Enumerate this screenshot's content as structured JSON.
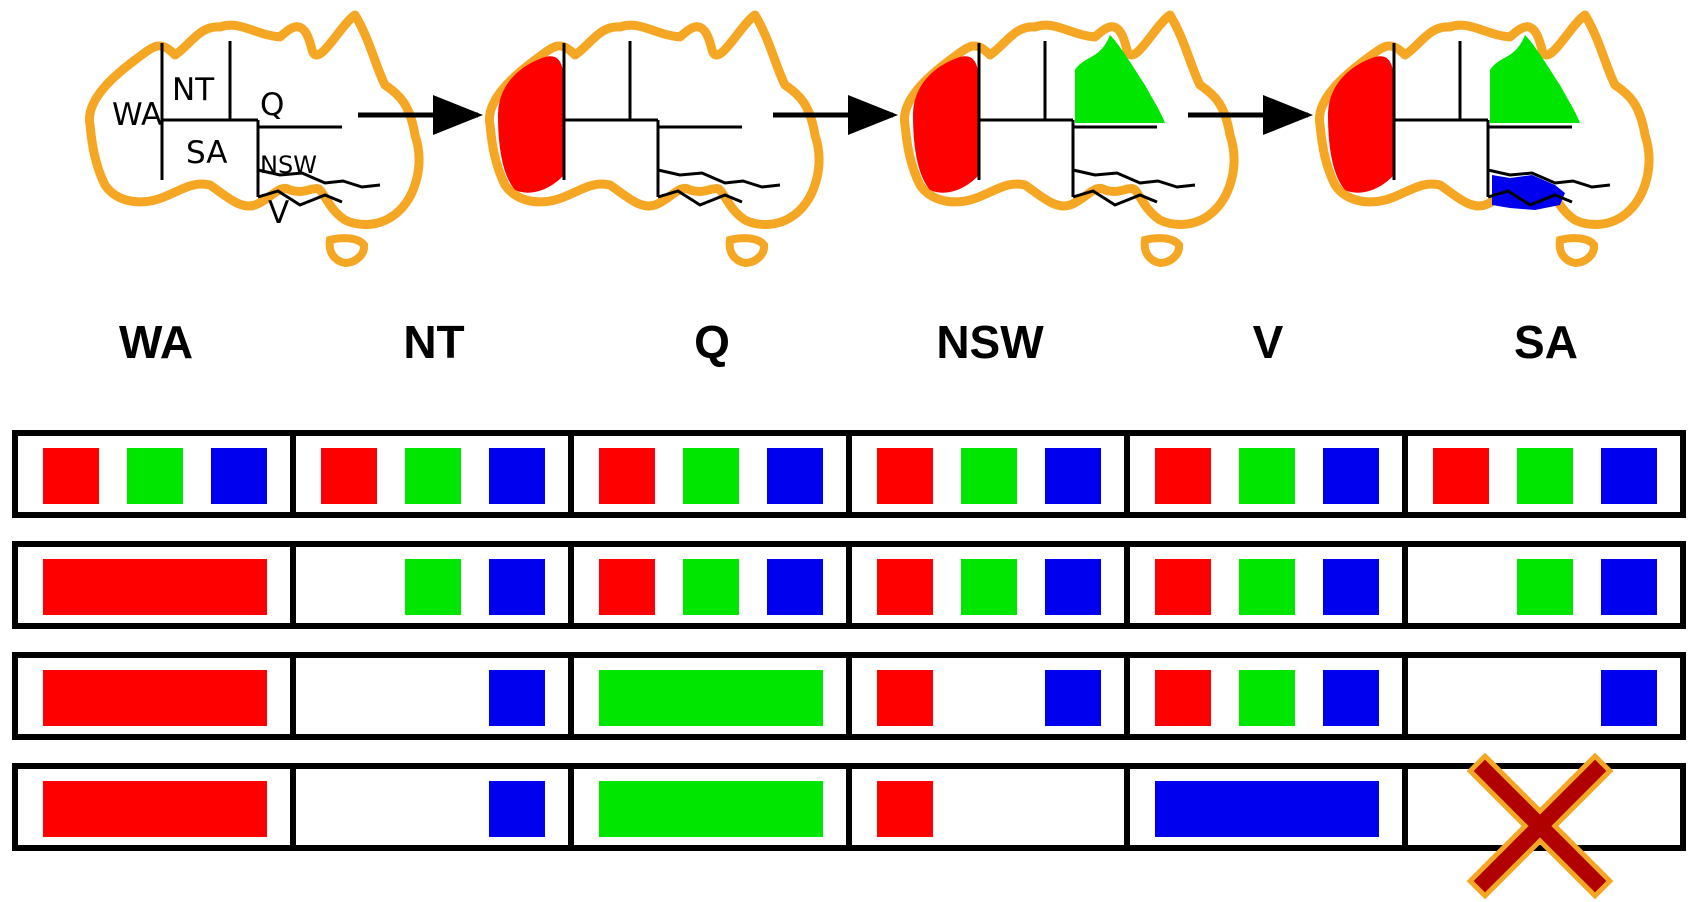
{
  "map_labels": {
    "WA": "WA",
    "NT": "NT",
    "SA": "SA",
    "Q": "Q",
    "NSW": "NSW",
    "V": "V"
  },
  "colors": {
    "red": "#ff0000",
    "green": "#00e600",
    "blue": "#0000ee",
    "border": "#f5a623",
    "cross": "#b00000",
    "cross_outline": "#f5a623"
  },
  "map_sequence": [
    {
      "fill": {}
    },
    {
      "fill": {
        "WA": "red"
      }
    },
    {
      "fill": {
        "WA": "red",
        "Q": "green"
      }
    },
    {
      "fill": {
        "WA": "red",
        "Q": "green",
        "V": "blue"
      }
    }
  ],
  "columns": [
    "WA",
    "NT",
    "Q",
    "NSW",
    "V",
    "SA"
  ],
  "domain_rows": [
    [
      [
        "red",
        "green",
        "blue"
      ],
      [
        "red",
        "green",
        "blue"
      ],
      [
        "red",
        "green",
        "blue"
      ],
      [
        "red",
        "green",
        "blue"
      ],
      [
        "red",
        "green",
        "blue"
      ],
      [
        "red",
        "green",
        "blue"
      ]
    ],
    [
      [
        "assigned:red"
      ],
      [
        "green",
        "blue"
      ],
      [
        "red",
        "green",
        "blue"
      ],
      [
        "red",
        "green",
        "blue"
      ],
      [
        "red",
        "green",
        "blue"
      ],
      [
        "green",
        "blue"
      ]
    ],
    [
      [
        "assigned:red"
      ],
      [
        "blue"
      ],
      [
        "assigned:green"
      ],
      [
        "red",
        "blue"
      ],
      [
        "red",
        "green",
        "blue"
      ],
      [
        "blue"
      ]
    ],
    [
      [
        "assigned:red"
      ],
      [
        "blue"
      ],
      [
        "assigned:green"
      ],
      [
        "red"
      ],
      [
        "assigned:blue"
      ],
      [
        "failed"
      ]
    ]
  ]
}
